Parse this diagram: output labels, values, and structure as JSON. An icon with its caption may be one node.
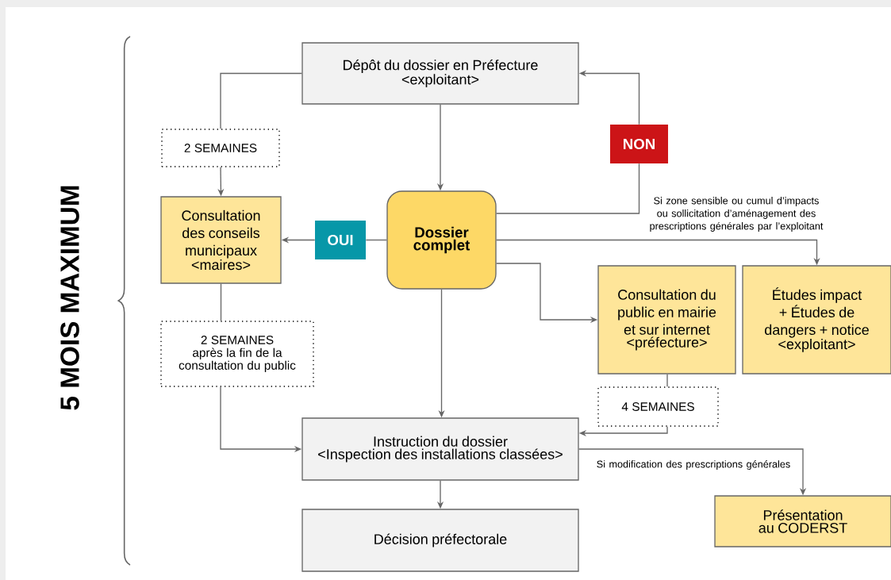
{
  "diagram": {
    "nodes": [
      {
        "text": [
          "Dépôt du dossier en Préfecture",
          "<exploitant>"
        ]
      },
      {
        "text": [
          "2 SEMAINES"
        ]
      },
      {
        "text": [
          "NON"
        ]
      },
      {
        "text": [
          "Consultation des conseils municipaux",
          "<maires>"
        ]
      },
      {
        "text": [
          "OUI"
        ]
      },
      {
        "text": [
          "Dossier complet"
        ]
      },
      {
        "text": [
          "Consultation du public en mairie et sur internet",
          "<préfecture>"
        ]
      },
      {
        "text": [
          "Études impact + Études de dangers + notice",
          "<exploitant>"
        ]
      },
      {
        "text": [
          "2 SEMAINES",
          "après la fin de la consultation du public"
        ]
      },
      {
        "text": [
          "4 SEMAINES"
        ]
      },
      {
        "text": [
          "Instruction du dossier",
          "<Inspection des installations classées>"
        ]
      },
      {
        "text": [
          "Présentation au CODERST"
        ]
      },
      {
        "text": [
          "Décision préfectorale"
        ]
      }
    ],
    "edges": [
      {
        "from": 0,
        "to": 1,
        "arrow": "none"
      },
      {
        "from": 1,
        "to": 3,
        "arrow": "to"
      },
      {
        "from": 0,
        "to": 5,
        "arrow": "to"
      },
      {
        "from": 5,
        "to": 2,
        "arrow": "none"
      },
      {
        "from": 2,
        "to": 0,
        "arrow": "to"
      },
      {
        "from": 5,
        "to": 4,
        "arrow": "none"
      },
      {
        "from": 4,
        "to": 3,
        "arrow": "to"
      },
      {
        "from": 5,
        "to": 7,
        "arrow": "to",
        "label": "Si zone sensible ou cumul d’impacts ou sollicitation d’aménagement des prescriptions générales par l’exploitant"
      },
      {
        "from": 5,
        "to": 6,
        "arrow": "to"
      },
      {
        "from": 3,
        "to": 8,
        "arrow": "none"
      },
      {
        "from": 8,
        "to": 10,
        "arrow": "to"
      },
      {
        "from": 5,
        "to": 10,
        "arrow": "to"
      },
      {
        "from": 6,
        "to": 9,
        "arrow": "none"
      },
      {
        "from": 9,
        "to": 10,
        "arrow": "to"
      },
      {
        "from": 10,
        "to": 11,
        "arrow": "to",
        "label": "Si modification des prescriptions générales"
      },
      {
        "from": 10,
        "to": 12,
        "arrow": "to"
      }
    ],
    "labels": [
      "5 MOIS MAXIMUM"
    ]
  }
}
